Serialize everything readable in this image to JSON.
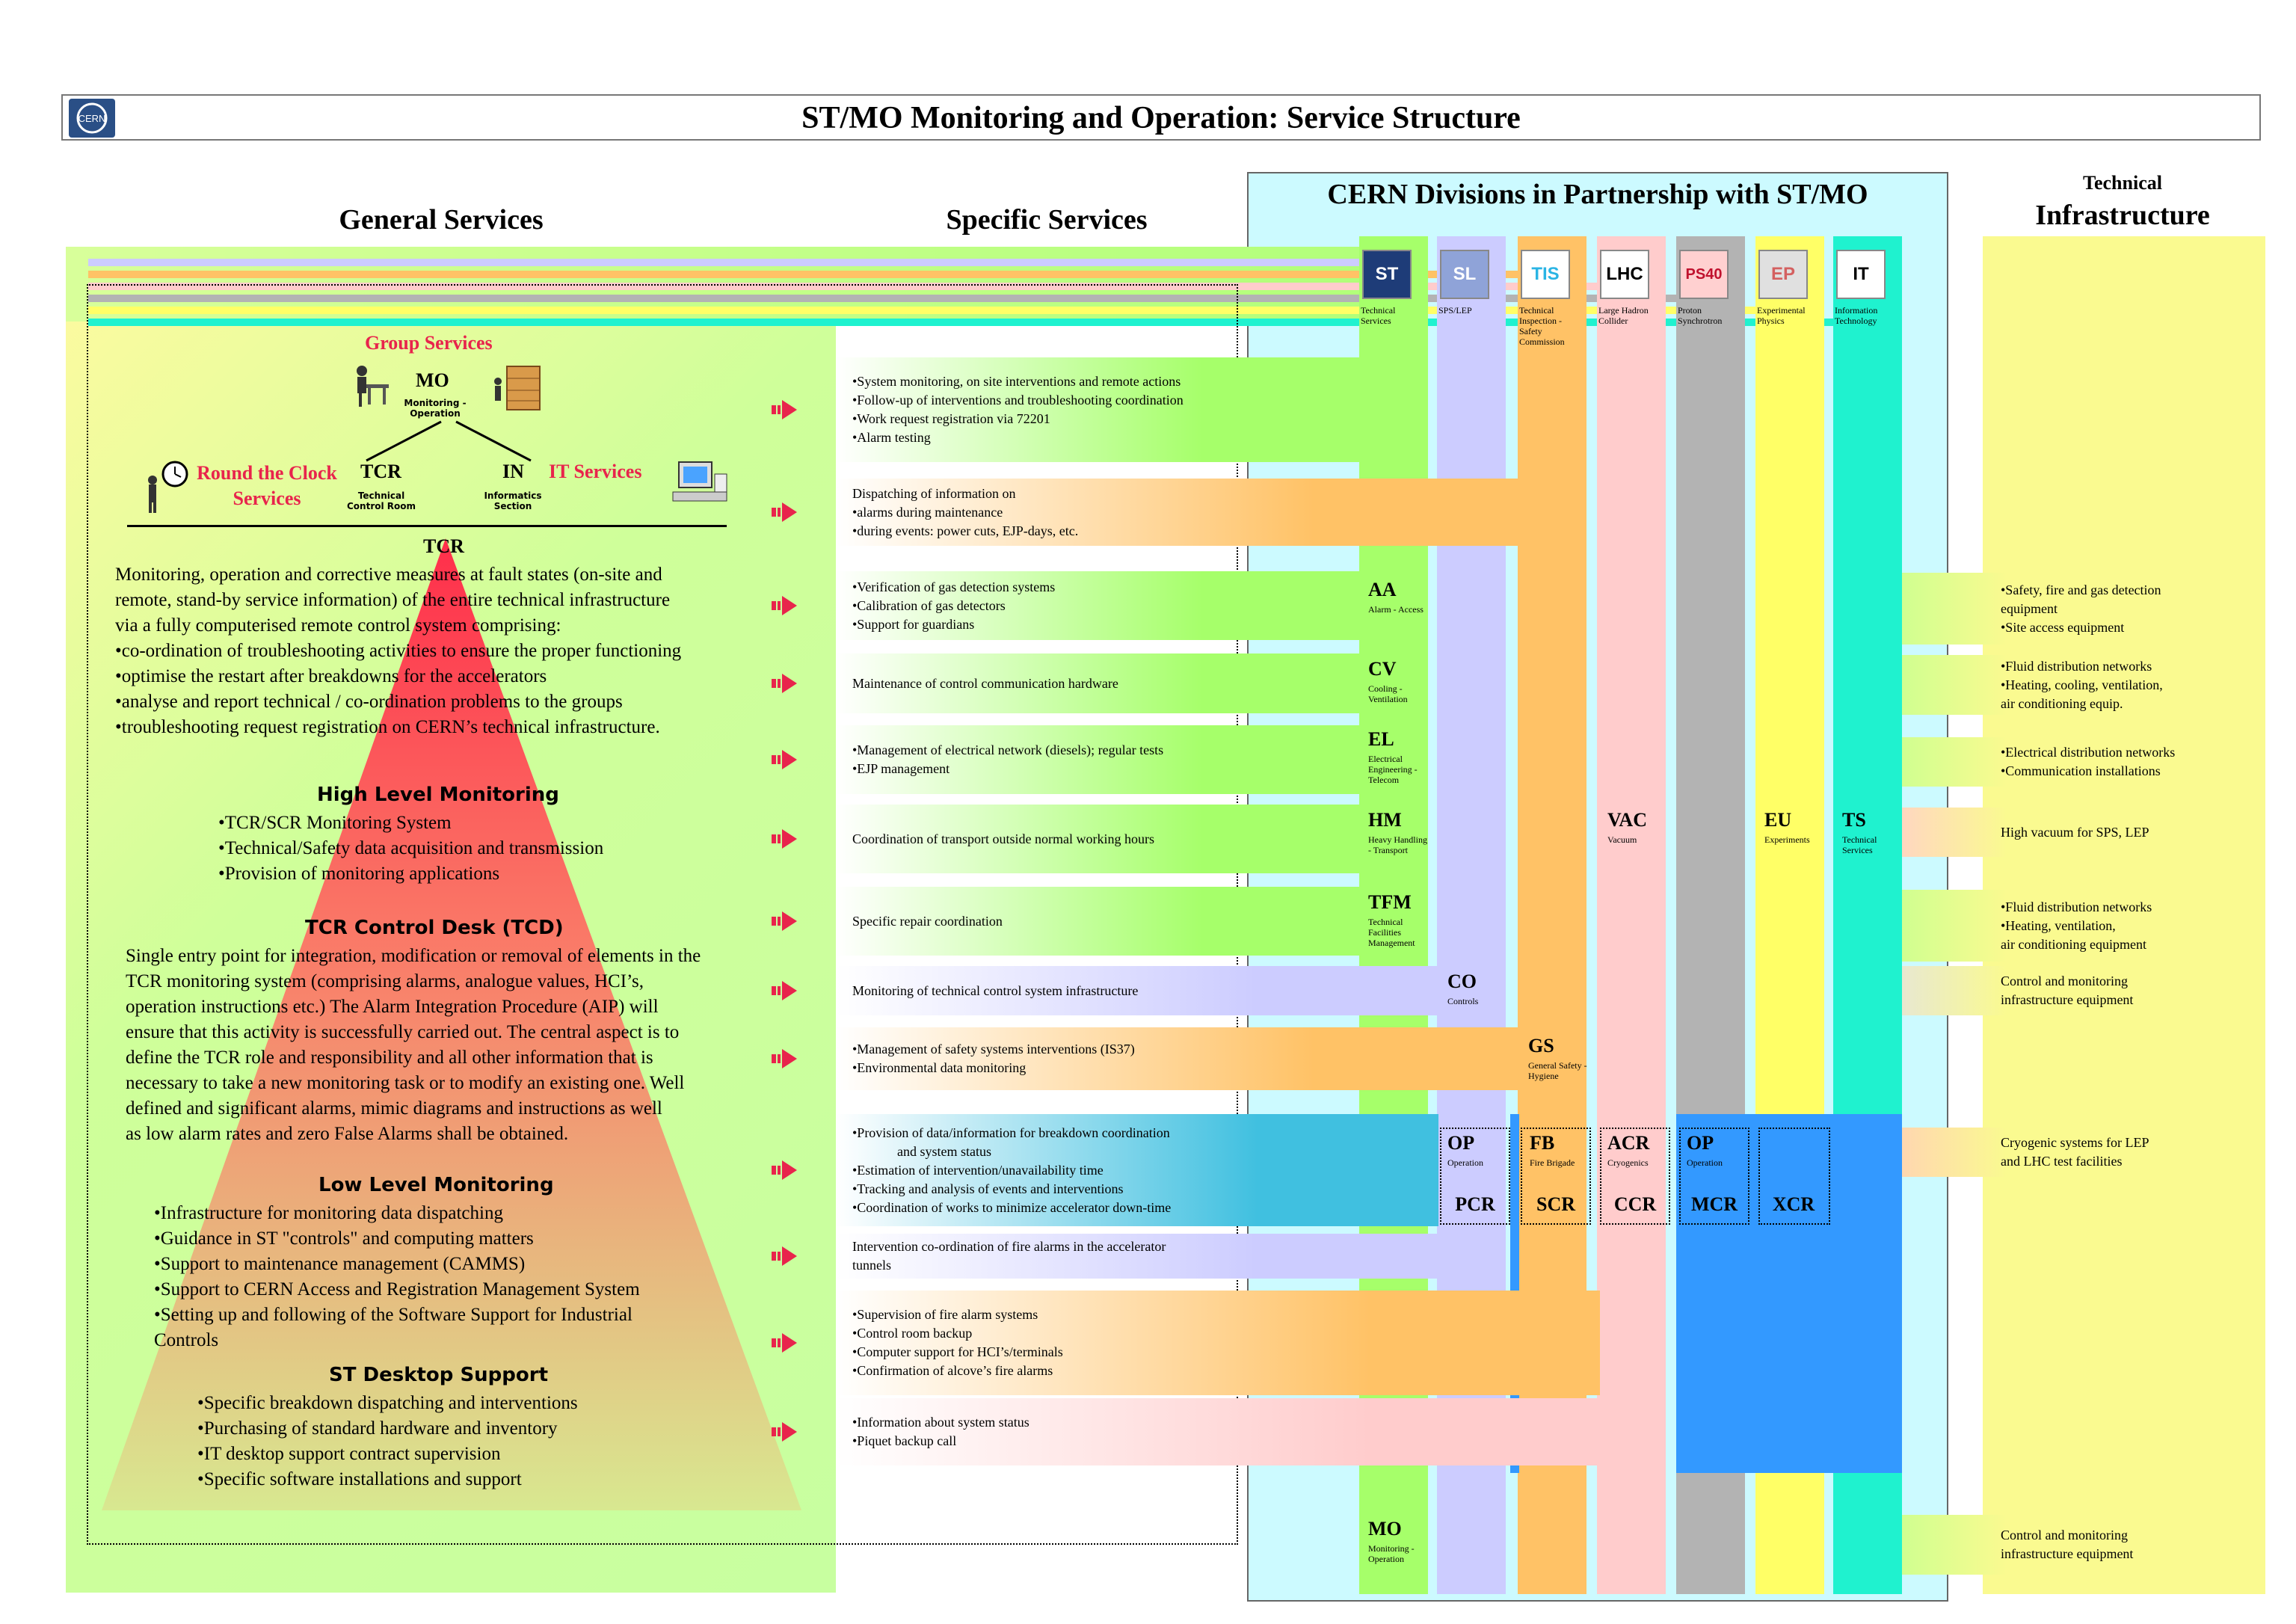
{
  "title": "ST/MO Monitoring and Operation: Service Structure",
  "headers": {
    "general": "General Services",
    "specific": "Specific Services",
    "partners": "CERN Divisions in Partnership with ST/MO",
    "infra_small": "Technical",
    "infra_big": "Infrastructure"
  },
  "divisions": [
    {
      "label": "Technical Services",
      "icon": "ST"
    },
    {
      "label": "SPS/LEP",
      "icon": "SL"
    },
    {
      "label": "Technical Inspection - Safety Commission",
      "icon": "TIS"
    },
    {
      "label": "Large Hadron Collider",
      "icon": "LHC"
    },
    {
      "label": "Proton Synchrotron",
      "icon": "PS40"
    },
    {
      "label": "Experimental Physics",
      "icon": "EP"
    },
    {
      "label": "Information Technology",
      "icon": "IT"
    }
  ],
  "org": {
    "group_services": "Group Services",
    "mo": "MO",
    "mo_sub": "Monitoring - Operation",
    "tcr": "TCR",
    "tcr_sub": "Technical Control Room",
    "in": "IN",
    "in_sub": "Informatics Section",
    "round_clock": "Round the Clock Services",
    "it_services": "IT Services"
  },
  "left": {
    "tcr_title": "TCR",
    "tcr_lines": [
      "Monitoring, operation and corrective measures at fault states (on-site and",
      "remote, stand-by service information) of the entire technical infrastructure",
      "via a fully computerised remote control system comprising:",
      "•co-ordination of troubleshooting activities to ensure the proper functioning",
      "•optimise the restart after breakdowns for the accelerators",
      "•analyse and report technical / co-ordination problems to the groups",
      "•troubleshooting request registration on CERN’s technical infrastructure."
    ],
    "hlm_title": "High Level Monitoring",
    "hlm_lines": [
      "•TCR/SCR Monitoring System",
      "•Technical/Safety data acquisition and transmission",
      "•Provision of monitoring applications"
    ],
    "tcd_title": "TCR Control Desk (TCD)",
    "tcd_lines": [
      "Single entry point for integration, modification or removal of elements in the",
      "TCR monitoring system (comprising alarms, analogue values, HCI’s,",
      "operation instructions etc.) The Alarm Integration Procedure (AIP) will",
      "ensure that this activity is successfully carried out. The central aspect is to",
      "define the TCR role and responsibility and all other information that is",
      "necessary to take a new monitoring task or to modify an existing one. Well",
      "defined and significant alarms, mimic diagrams and instructions as well",
      "as low alarm rates and zero False Alarms shall be obtained."
    ],
    "llm_title": "Low Level Monitoring",
    "llm_lines": [
      "•Infrastructure for monitoring data dispatching",
      "•Guidance in ST \"controls\" and computing matters",
      "•Support to maintenance management (CAMMS)",
      "•Support to CERN Access and Registration Management System",
      "•Setting up and following of the Software Support for Industrial",
      "Controls"
    ],
    "std_title": "ST Desktop Support",
    "std_lines": [
      "•Specific breakdown dispatching and interventions",
      "•Purchasing of standard hardware and inventory",
      "•IT desktop support contract supervision",
      "•Specific software installations and support"
    ]
  },
  "rows": [
    {
      "lines": [
        "•System monitoring, on site interventions and remote actions",
        "•Follow-up of interventions and troubleshooting coordination",
        "•Work request registration via 72201",
        "•Alarm testing"
      ]
    },
    {
      "lines": [
        "Dispatching of information on",
        "•alarms during maintenance",
        "•during events: power cuts, EJP-days, etc."
      ]
    },
    {
      "lines": [
        "•Verification of gas detection systems",
        "•Calibration of gas detectors",
        "•Support for guardians"
      ]
    },
    {
      "lines": [
        "Maintenance of control communication hardware"
      ]
    },
    {
      "lines": [
        "•Management of electrical network (diesels); regular tests",
        "•EJP management"
      ]
    },
    {
      "lines": [
        "Coordination of transport outside normal working hours"
      ]
    },
    {
      "lines": [
        "Specific repair coordination"
      ]
    },
    {
      "lines": [
        "Monitoring of technical control system infrastructure"
      ]
    },
    {
      "lines": [
        "•Management of safety systems interventions (IS37)",
        "•Environmental data monitoring"
      ]
    },
    {
      "lines": [
        "•Provision of data/information for breakdown coordination",
        "and system status",
        "•Estimation of intervention/unavailability time",
        "•Tracking and analysis of events and interventions",
        "•Coordination of works to minimize accelerator down-time"
      ]
    },
    {
      "lines": [
        "Intervention co-ordination of fire alarms in the accelerator",
        "tunnels"
      ]
    },
    {
      "lines": [
        "•Supervision of fire alarm systems",
        "•Control room backup",
        "•Computer support for HCI’s/terminals",
        "•Confirmation of alcove’s fire alarms"
      ]
    },
    {
      "lines": [
        "•Information about system status",
        "•Piquet backup call"
      ]
    }
  ],
  "groups": {
    "AA": {
      "code": "AA",
      "sub": "Alarm - Access"
    },
    "CV": {
      "code": "CV",
      "sub": "Cooling - Ventilation"
    },
    "EL": {
      "code": "EL",
      "sub": "Electrical Engineering - Telecom"
    },
    "HM": {
      "code": "HM",
      "sub": "Heavy Handling - Transport"
    },
    "TFM": {
      "code": "TFM",
      "sub": "Technical Facilities Management"
    },
    "CO": {
      "code": "CO",
      "sub": "Controls"
    },
    "GS": {
      "code": "GS",
      "sub": "General Safety - Hygiene"
    },
    "VAC": {
      "code": "VAC",
      "sub": "Vacuum"
    },
    "EU": {
      "code": "EU",
      "sub": "Experiments"
    },
    "TS": {
      "code": "TS",
      "sub": "Technical Services"
    },
    "OP1": {
      "code": "OP",
      "sub": "Operation"
    },
    "FB": {
      "code": "FB",
      "sub": "Fire Brigade"
    },
    "ACR": {
      "code": "ACR",
      "sub": "Cryogenics"
    },
    "OP2": {
      "code": "OP",
      "sub": "Operation"
    },
    "MO": {
      "code": "MO",
      "sub": "Monitoring - Operation"
    }
  },
  "control_rooms": [
    "PCR",
    "SCR",
    "CCR",
    "MCR",
    "XCR"
  ],
  "infra": [
    {
      "lines": [
        "•Safety, fire and gas detection",
        "equipment",
        "•Site access equipment"
      ]
    },
    {
      "lines": [
        "•Fluid distribution networks",
        "•Heating, cooling, ventilation,",
        "air conditioning equip."
      ]
    },
    {
      "lines": [
        "•Electrical distribution networks",
        "•Communication installations"
      ]
    },
    {
      "lines": [
        "High vacuum for SPS, LEP"
      ]
    },
    {
      "lines": [
        "•Fluid distribution networks",
        "•Heating, ventilation,",
        "air conditioning equipment"
      ]
    },
    {
      "lines": [
        "Control and monitoring",
        "infrastructure equipment"
      ]
    },
    {
      "lines": [
        "Cryogenic systems for LEP",
        "and LHC test facilities"
      ]
    },
    {
      "lines": [
        "Control and monitoring",
        "infrastructure equipment"
      ]
    }
  ],
  "colors": {
    "green": "#a6ff6a",
    "lavender": "#ccccff",
    "orange": "#ffc266",
    "pink": "#ffcccc",
    "grey": "#b3b3b3",
    "yellow": "#ffff66",
    "teal": "#1ff2cf",
    "blue": "#3399ff",
    "red": "#e8244c"
  }
}
